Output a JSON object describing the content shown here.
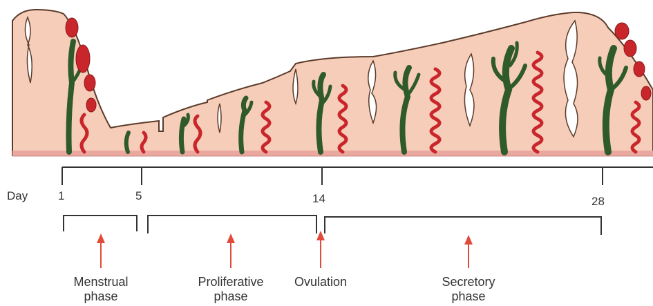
{
  "day_axis": {
    "label": "Day",
    "ticks": [
      "1",
      "5",
      "14",
      "28"
    ]
  },
  "phases": [
    {
      "line1": "Menstrual",
      "line2": "phase"
    },
    {
      "line1": "Proliferative",
      "line2": "phase"
    },
    {
      "line1": "Ovulation",
      "line2": ""
    },
    {
      "line1": "Secretory",
      "line2": "phase"
    }
  ],
  "colors": {
    "endometrium": "#f6cdb8",
    "outline": "#5a3a2a",
    "basal_layer": "#e9a7a0",
    "gland": "#2f5a2a",
    "artery": "#c9262b",
    "arrow": "#e24a3a",
    "axis": "#333333"
  }
}
